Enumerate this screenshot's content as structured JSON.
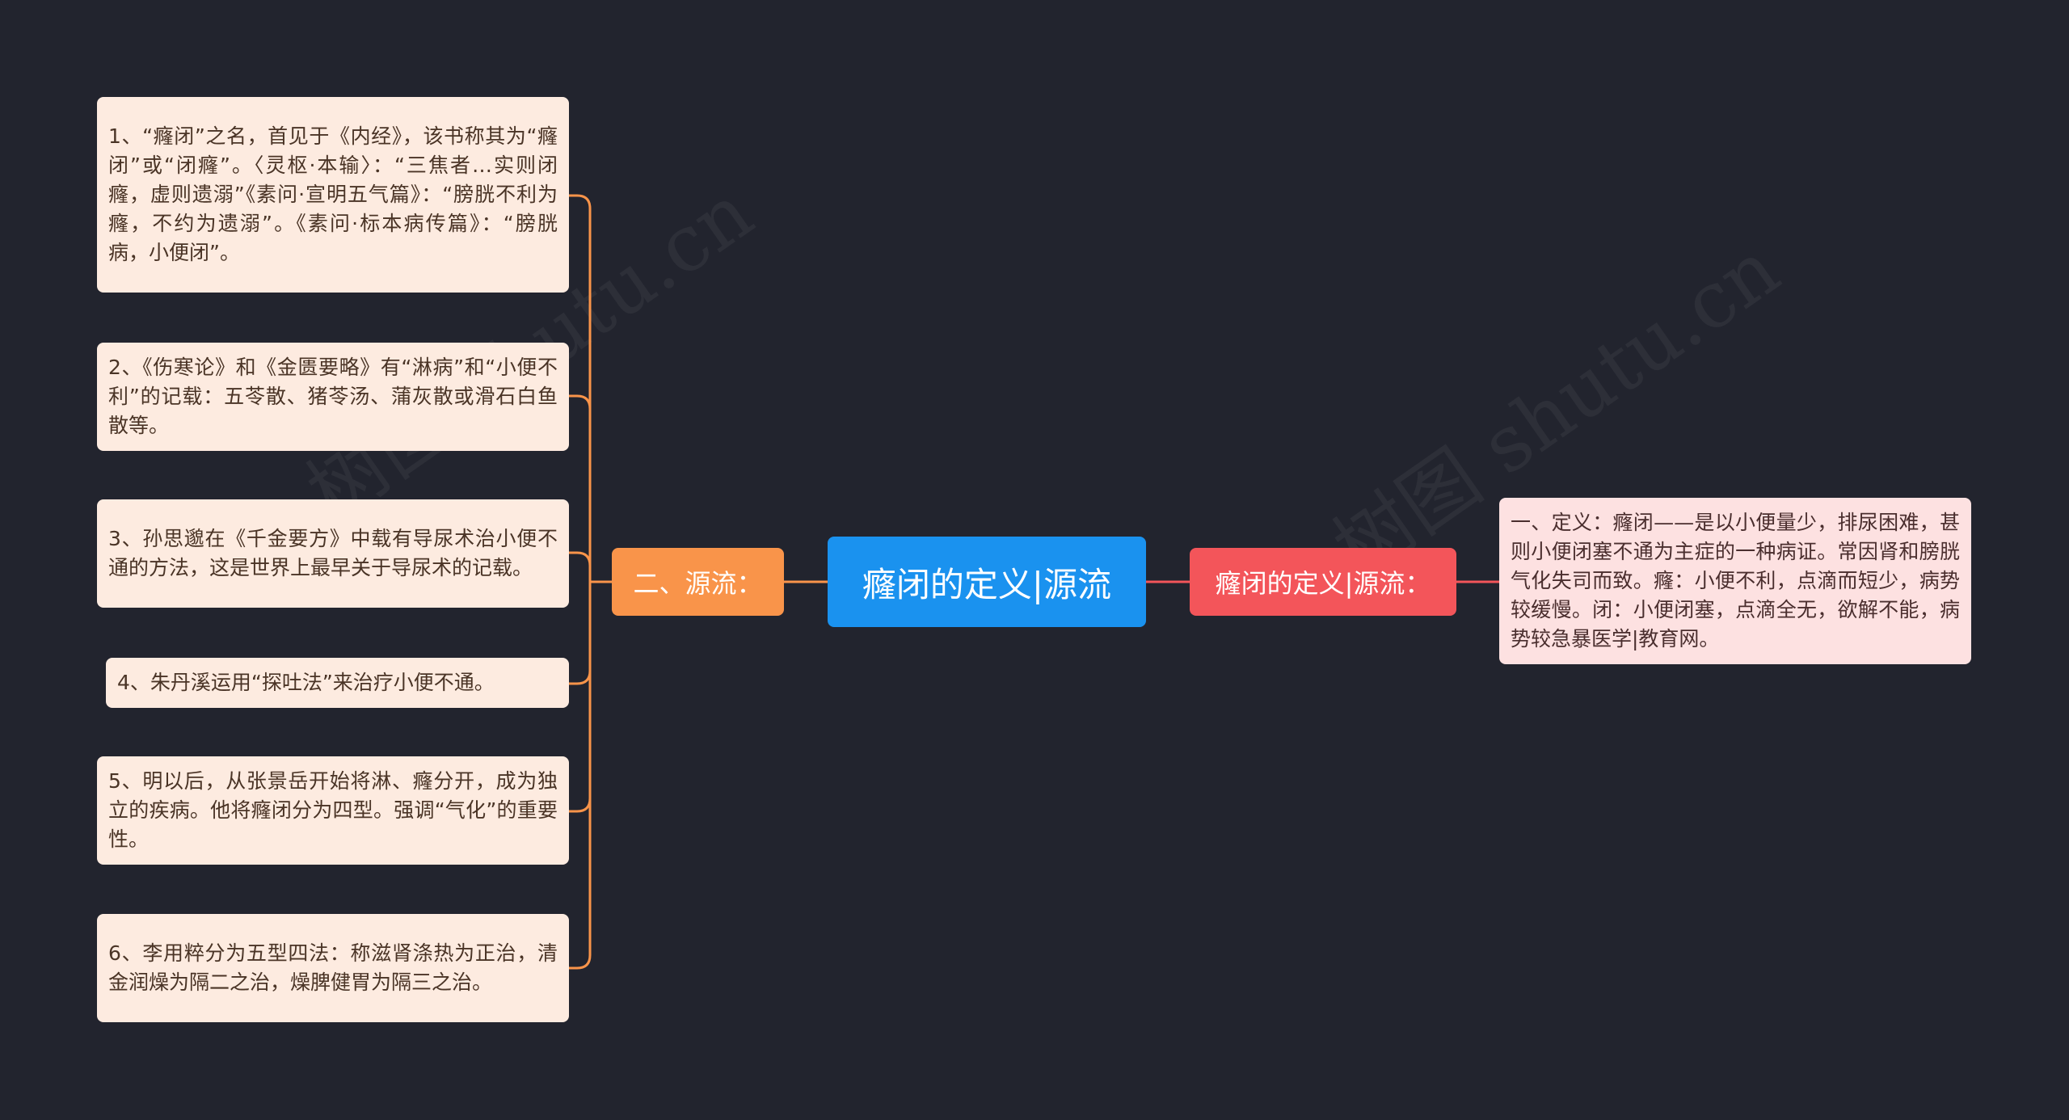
{
  "center": {
    "label": "癃闭的定义|源流"
  },
  "left_branch": {
    "label": "二、源流："
  },
  "right_branch": {
    "label": "癃闭的定义|源流："
  },
  "left_leaves": [
    "1、“癃闭”之名，首见于《内经》，该书称其为“癃闭”或“闭癃”。〈灵枢·本输〉：“三焦者…实则闭癃，虚则遗溺”《素问·宣明五气篇》：“膀胱不利为癃，不约为遗溺”。《素问·标本病传篇》：“膀胱病，小便闭”。",
    "2、《伤寒论》和《金匮要略》有“淋病”和“小便不利”的记载：五苓散、猪苓汤、蒲灰散或滑石白鱼散等。",
    "3、孙思邈在《千金要方》中载有导尿术治小便不通的方法，这是世界上最早关于导尿术的记载。",
    "4、朱丹溪运用“探吐法”来治疗小便不通。",
    "5、明以后，从张景岳开始将淋、癃分开，成为独立的疾病。他将癃闭分为四型。强调“气化”的重要性。",
    "6、李用粹分为五型四法：称滋肾涤热为正治，清金润燥为隔二之治，燥脾健胃为隔三之治。"
  ],
  "right_leaves": [
    "一、定义：癃闭——是以小便量少，排尿困难，甚则小便闭塞不通为主症的一种病证。常因肾和膀胱气化失司而致。癃：小便不利，点滴而短少，病势较缓慢。闭：小便闭塞，点滴全无，欲解不能，病势较急暴医学|教育网。"
  ],
  "watermark": "树图 shutu.cn",
  "colors": {
    "background": "#22242e",
    "center": "#1a92ef",
    "left_branch": "#f9944a",
    "right_branch": "#f3555a",
    "left_edge": "#f9944a",
    "right_edge": "#f3555a"
  }
}
